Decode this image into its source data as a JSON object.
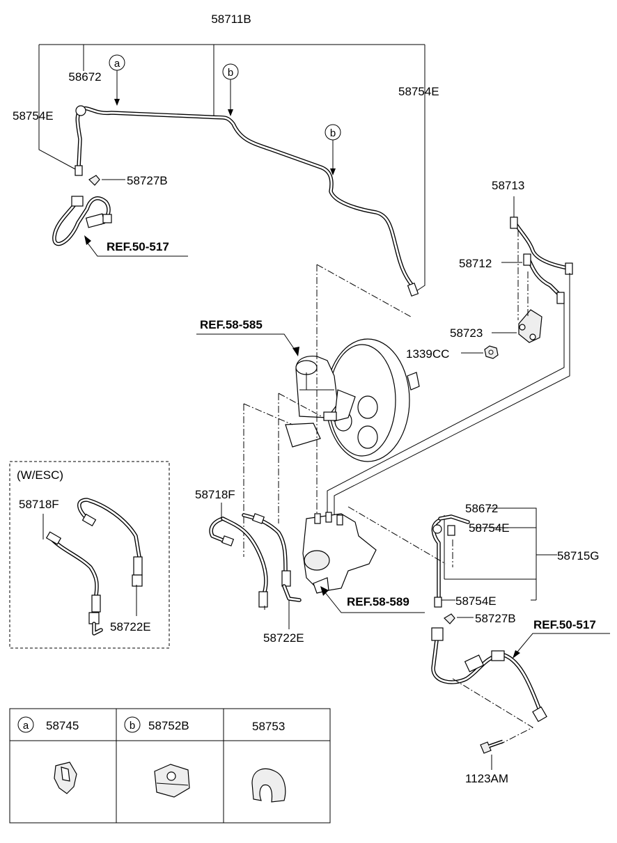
{
  "labels": {
    "p58711B": "58711B",
    "p58672_top": "58672",
    "p58754E_left": "58754E",
    "p58754E_right": "58754E",
    "p58727B_top": "58727B",
    "ref_50_517_top": "REF.50-517",
    "p58713": "58713",
    "p58712": "58712",
    "p58723": "58723",
    "p1339CC": "1339CC",
    "ref_58_585": "REF.58-585",
    "wesc": "(W/ESC)",
    "p58718F_esc": "58718F",
    "p58722E_esc": "58722E",
    "p58718F": "58718F",
    "p58722E": "58722E",
    "ref_58_589": "REF.58-589",
    "p58672_right": "58672",
    "p58754E_r1": "58754E",
    "p58715G": "58715G",
    "p58754E_r2": "58754E",
    "p58727B_right": "58727B",
    "ref_50_517_right": "REF.50-517",
    "p1123AM": "1123AM"
  },
  "callouts": {
    "a": "a",
    "b": "b"
  },
  "legend": {
    "items": [
      {
        "letter": "a",
        "part": "58745"
      },
      {
        "letter": "b",
        "part": "58752B"
      },
      {
        "letter": "",
        "part": "58753"
      }
    ]
  }
}
